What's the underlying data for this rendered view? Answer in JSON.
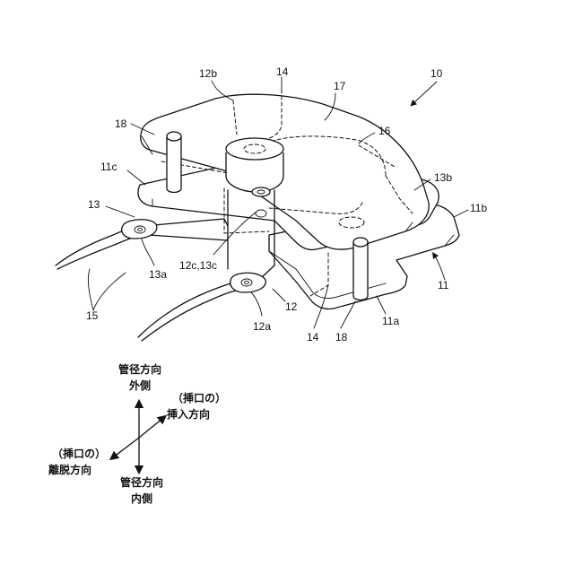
{
  "labels": {
    "l10": "10",
    "l12b": "12b",
    "l14_top": "14",
    "l17": "17",
    "l18_top": "18",
    "l16": "16",
    "l11c": "11c",
    "l13b": "13b",
    "l13": "13",
    "l11b": "11b",
    "l12c13c": "12c,13c",
    "l13a": "13a",
    "l11": "11",
    "l12": "12",
    "l15": "15",
    "l12a": "12a",
    "l11a": "11a",
    "l14_bottom": "14",
    "l18_bottom": "18"
  },
  "directions": {
    "up_line1": "管径方向",
    "up_line2": "外側",
    "right_line1": "（挿口の）",
    "right_line2": "挿入方向",
    "left_line1": "（挿口の）",
    "left_line2": "離脱方向",
    "down_line1": "管径方向",
    "down_line2": "内側"
  }
}
